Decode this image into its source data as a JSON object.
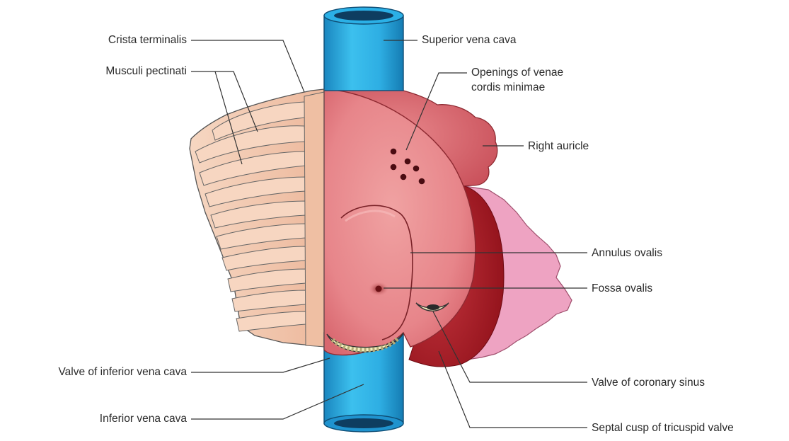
{
  "labels": {
    "crista_terminalis": "Crista terminalis",
    "musculi_pectinati": "Musculi pectinati",
    "superior_vena_cava": "Superior vena cava",
    "openings_venae_line1": "Openings of venae",
    "openings_venae_line2": "cordis minimae",
    "right_auricle": "Right auricle",
    "annulus_ovalis": "Annulus ovalis",
    "fossa_ovalis": "Fossa ovalis",
    "valve_of_ivc": "Valve of inferior vena cava",
    "inferior_vena_cava": "Inferior vena cava",
    "valve_of_coronary_sinus": "Valve of coronary sinus",
    "septal_cusp": "Septal cusp of tricuspid valve"
  },
  "colors": {
    "vein_blue": "#2fb3e6",
    "vein_blue_dark": "#1680b8",
    "atrium_pink": "#e9858a",
    "auricle_red": "#d9666c",
    "dark_red": "#a3141e",
    "membrane_pink": "#eea0c0",
    "muscle_tan": "#f3c9b1",
    "valve_cream": "#f4efc0",
    "leader_line": "#333333"
  }
}
